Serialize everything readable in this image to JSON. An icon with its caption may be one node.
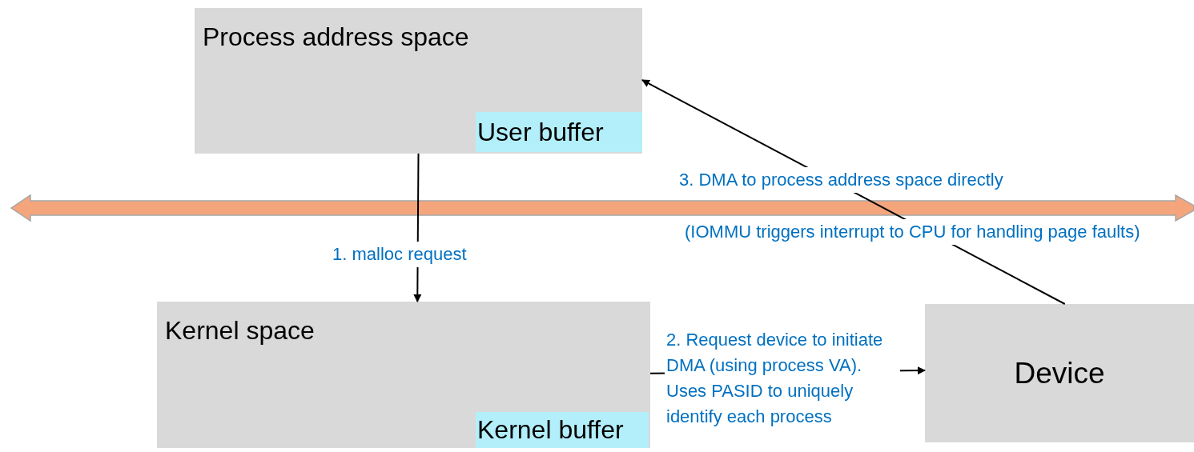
{
  "diagram": {
    "nodes": [
      {
        "text": [
          "Process address space"
        ]
      },
      {
        "text": [
          "User buffer"
        ],
        "in": 0
      },
      {
        "text": [
          "Kernel space"
        ]
      },
      {
        "text": [
          "Kernel buffer"
        ],
        "in": 2
      },
      {
        "text": [
          "Device"
        ]
      }
    ],
    "edges": [
      {
        "from": 0,
        "to": 2,
        "arrow": "to",
        "label": "1. malloc request"
      },
      {
        "from": 2,
        "to": 4,
        "arrow": "to",
        "label": "2. Request device to initiate DMA (using process VA). Uses PASID to uniquely identify each process"
      },
      {
        "from": 4,
        "to": 0,
        "arrow": "to",
        "label": "3. DMA to process address space directly"
      }
    ],
    "labels": [
      "(IOMMU triggers interrupt to CPU for handling page faults)"
    ]
  }
}
